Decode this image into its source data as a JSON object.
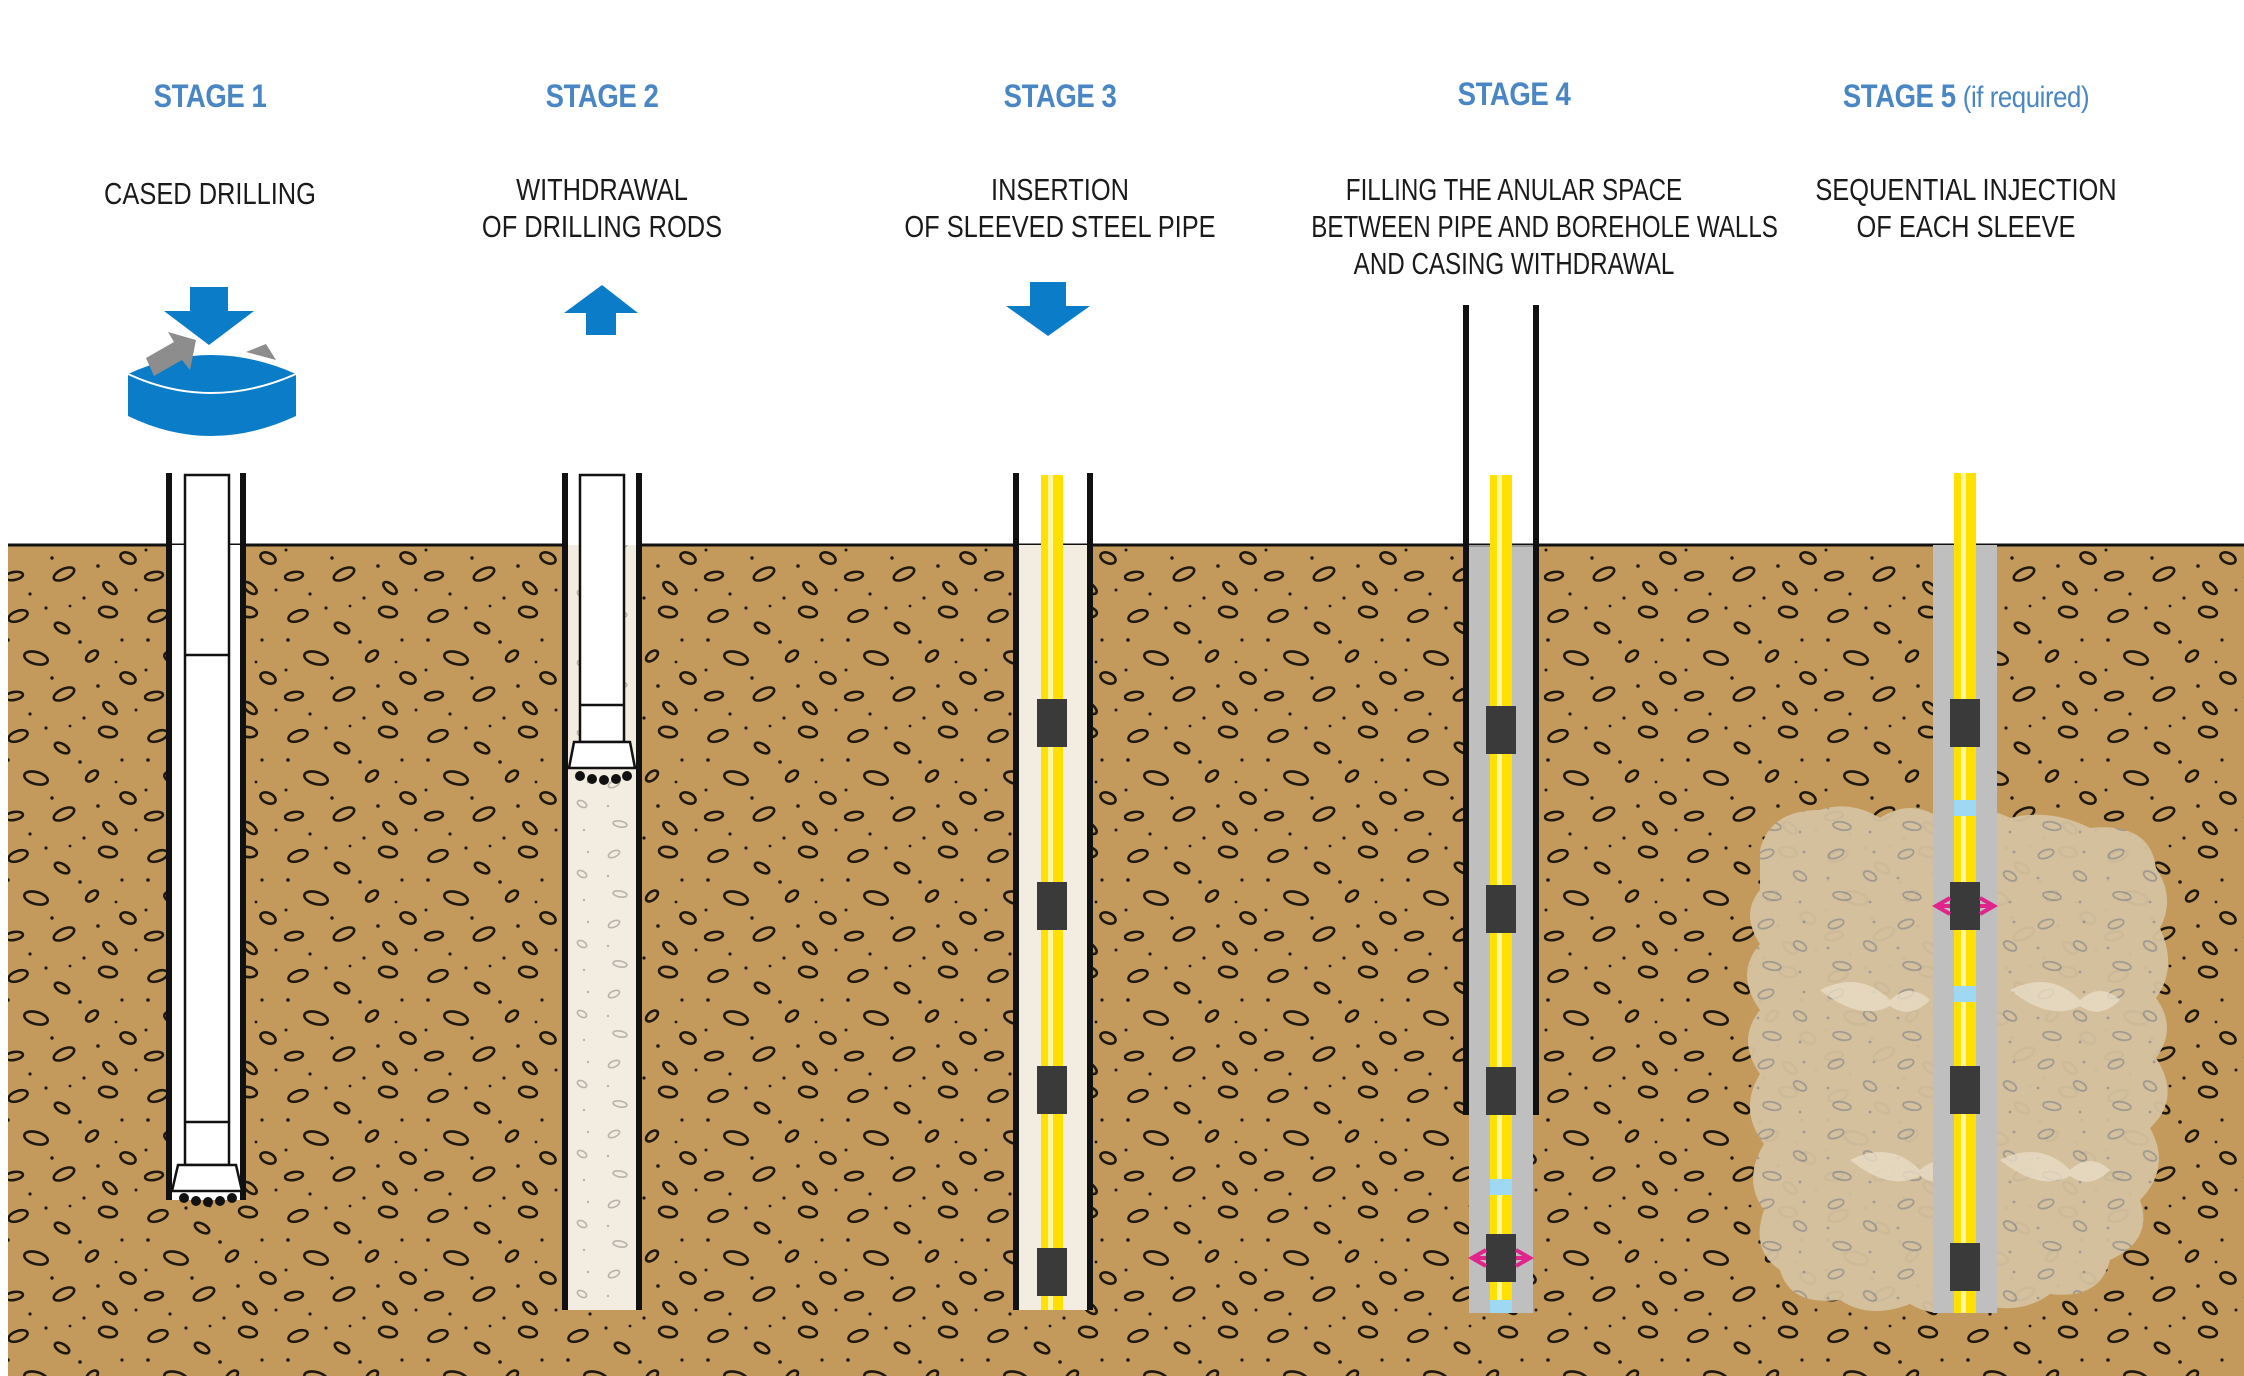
{
  "stages": [
    {
      "title": "STAGE 1",
      "note": "",
      "description": [
        "CASED DRILLING"
      ]
    },
    {
      "title": "STAGE 2",
      "note": "",
      "description": [
        "WITHDRAWAL",
        "OF DRILLING RODS"
      ]
    },
    {
      "title": "STAGE 3",
      "note": "",
      "description": [
        "INSERTION",
        "OF SLEEVED STEEL PIPE"
      ]
    },
    {
      "title": "STAGE 4",
      "note": "",
      "description": [
        "FILLING THE ANULAR SPACE",
        "BETWEEN PIPE AND BOREHOLE WALLS",
        "AND CASING WITHDRAWAL"
      ]
    },
    {
      "title": "STAGE 5",
      "note": "(if required)",
      "description": [
        "SEQUENTIAL INJECTION",
        "OF EACH SLEEVE"
      ]
    }
  ],
  "colors": {
    "title_blue": "#4a86c4",
    "arrow_blue": "#0a7cc8",
    "soil": "#c39a5b",
    "soil_dark": "#1f1810",
    "pipe_yellow": "#ffe000",
    "sleeve": "#3a3a3a",
    "grout": "#bfbfbf",
    "injection_arrow": "#e0248c",
    "port_blue": "#9fd8f2"
  },
  "icons": [
    "down-arrow-icon",
    "rotation-icon",
    "up-arrow-icon",
    "down-arrow-icon",
    "injection-arrows-icon"
  ]
}
